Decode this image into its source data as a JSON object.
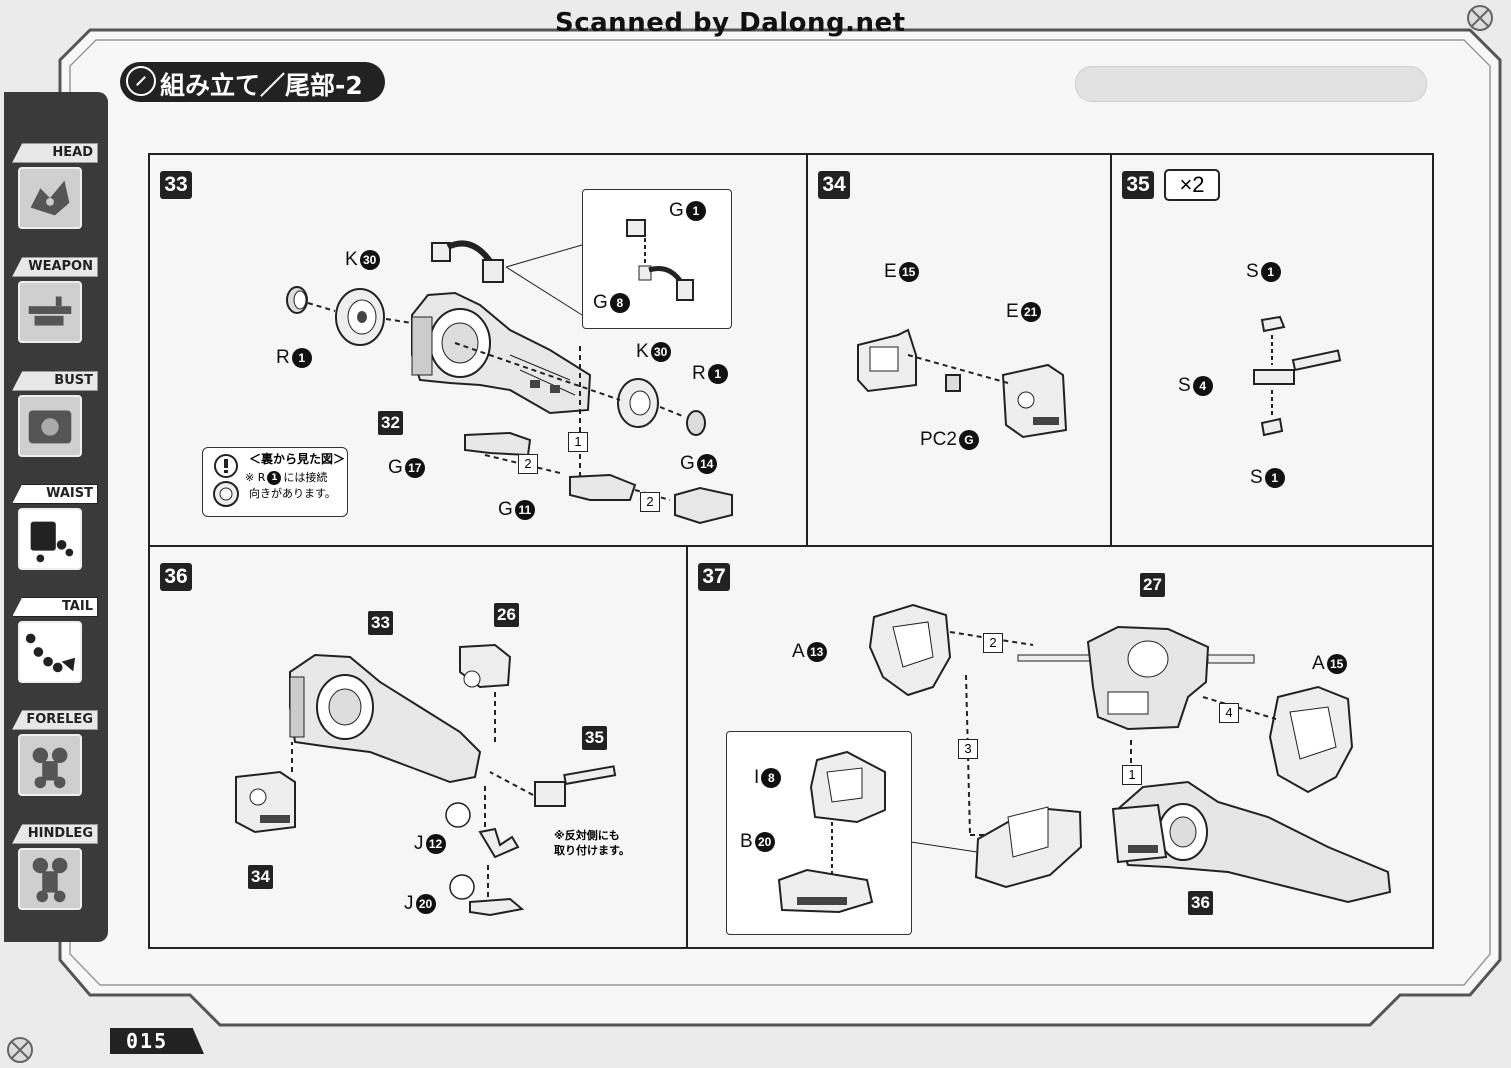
{
  "scan_credit": "Scanned by Dalong.net",
  "title": "組み立て／尾部-2",
  "page_number": "015",
  "sidebar": {
    "items": [
      {
        "label": "HEAD",
        "active": false
      },
      {
        "label": "WEAPON",
        "active": false
      },
      {
        "label": "BUST",
        "active": false
      },
      {
        "label": "WAIST",
        "active": true
      },
      {
        "label": "TAIL",
        "active": true
      },
      {
        "label": "FORELEG",
        "active": false
      },
      {
        "label": "HINDLEG",
        "active": false
      }
    ]
  },
  "steps": {
    "s33": {
      "number": "33",
      "callouts": [
        {
          "letter": "K",
          "num": "30"
        },
        {
          "letter": "R",
          "num": "1"
        },
        {
          "letter": "G",
          "num": "1"
        },
        {
          "letter": "G",
          "num": "8"
        },
        {
          "letter": "K",
          "num": "30"
        },
        {
          "letter": "R",
          "num": "1"
        },
        {
          "letter": "G",
          "num": "17"
        },
        {
          "letter": "G",
          "num": "14"
        },
        {
          "letter": "G",
          "num": "11"
        }
      ],
      "ref_tag": "32",
      "seq": [
        "1",
        "2",
        "2"
      ],
      "note": {
        "title": "＜裏から見た図＞",
        "line1_prefix": "※ R",
        "line1_num": "1",
        "line1_suffix": "には接続",
        "line2": "向きがあります。"
      }
    },
    "s34": {
      "number": "34",
      "callouts": [
        {
          "letter": "E",
          "num": "15"
        },
        {
          "letter": "E",
          "num": "21"
        },
        {
          "letter": "PC2",
          "num": "G"
        }
      ]
    },
    "s35": {
      "number": "35",
      "multiplier": "×2",
      "callouts": [
        {
          "letter": "S",
          "num": "1"
        },
        {
          "letter": "S",
          "num": "4"
        },
        {
          "letter": "S",
          "num": "1"
        }
      ]
    },
    "s36": {
      "number": "36",
      "tags": [
        "33",
        "26",
        "35",
        "34"
      ],
      "callouts": [
        {
          "letter": "J",
          "num": "12"
        },
        {
          "letter": "J",
          "num": "20"
        }
      ],
      "note_line1": "※反対側にも",
      "note_line2": "取り付けます。"
    },
    "s37": {
      "number": "37",
      "tags": [
        "27",
        "36"
      ],
      "callouts": [
        {
          "letter": "A",
          "num": "13"
        },
        {
          "letter": "A",
          "num": "15"
        },
        {
          "letter": "I",
          "num": "8"
        },
        {
          "letter": "B",
          "num": "20"
        }
      ],
      "seq": [
        "2",
        "4",
        "3",
        "1"
      ]
    }
  }
}
